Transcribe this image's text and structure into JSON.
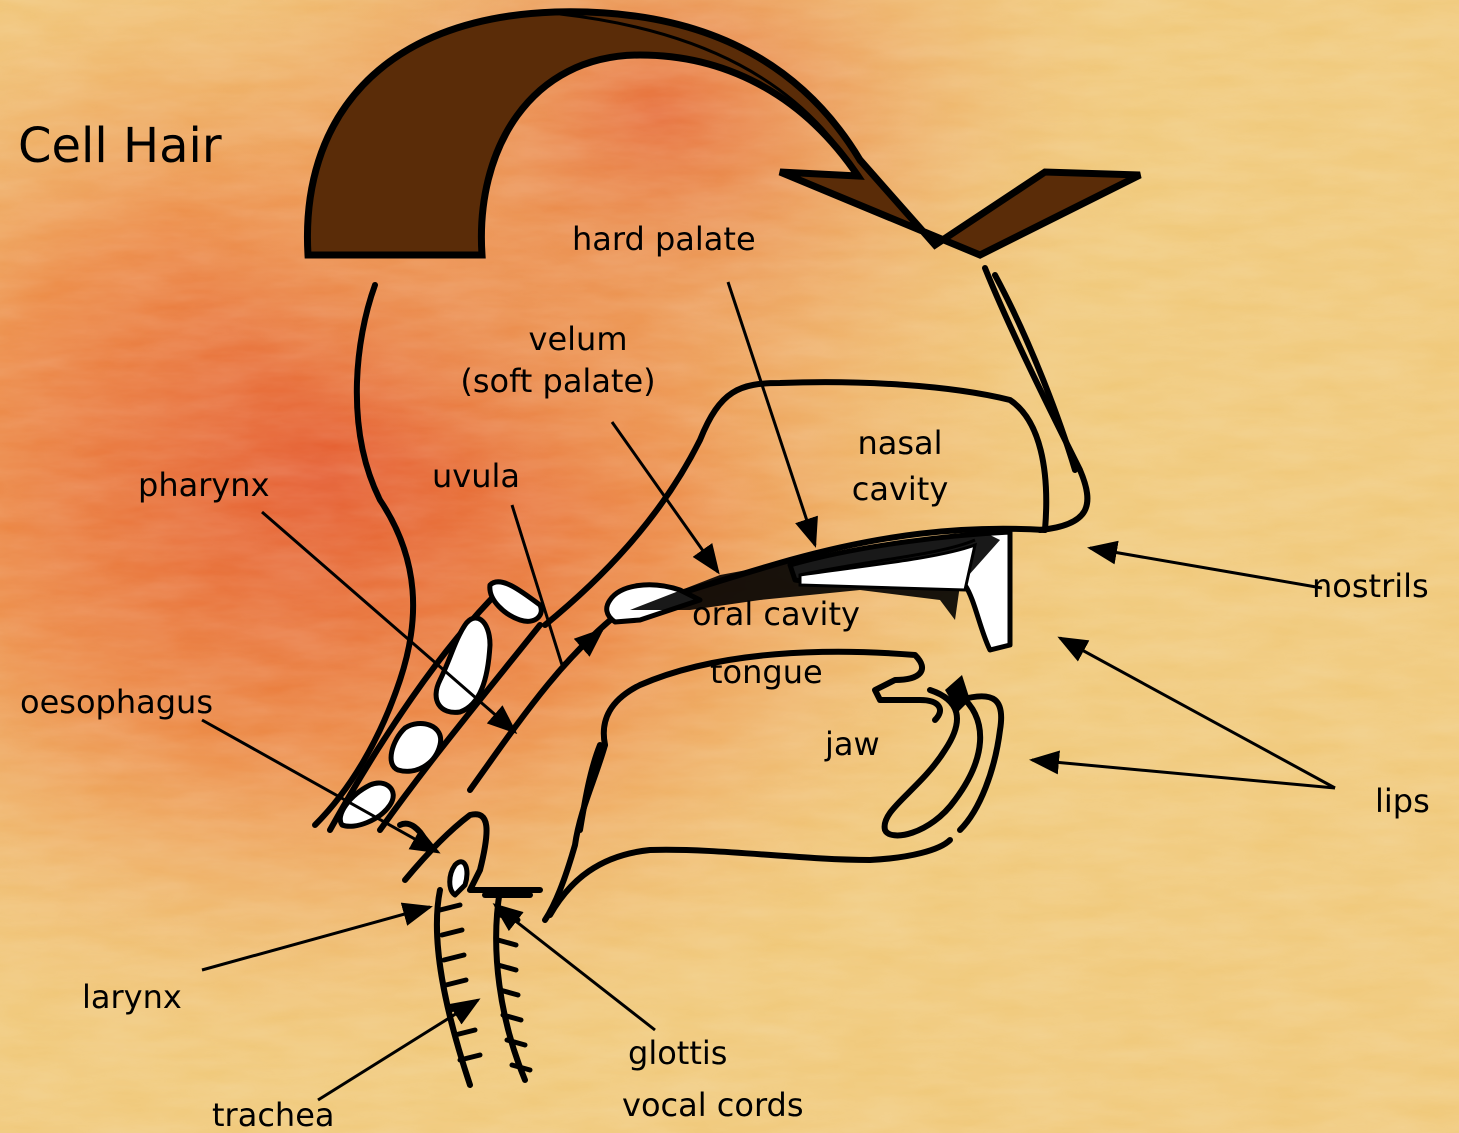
{
  "title": "Cell Hair",
  "labels": {
    "hard_palate": "hard palate",
    "velum_line1": "velum",
    "velum_line2": "(soft palate)",
    "nasal_line1": "nasal",
    "nasal_line2": "cavity",
    "pharynx": "pharynx",
    "uvula": "uvula",
    "nostrils": "nostrils",
    "oral_cavity": "oral cavity",
    "tongue": "tongue",
    "oesophagus": "oesophagus",
    "jaw": "jaw",
    "lips": "lips",
    "larynx": "larynx",
    "glottis": "glottis",
    "vocal_cords": "vocal cords",
    "trachea": "trachea"
  },
  "colors": {
    "arrow_fill": "#5a2c08",
    "background_light": "#f0c878",
    "background_warm": "#e0602a"
  }
}
